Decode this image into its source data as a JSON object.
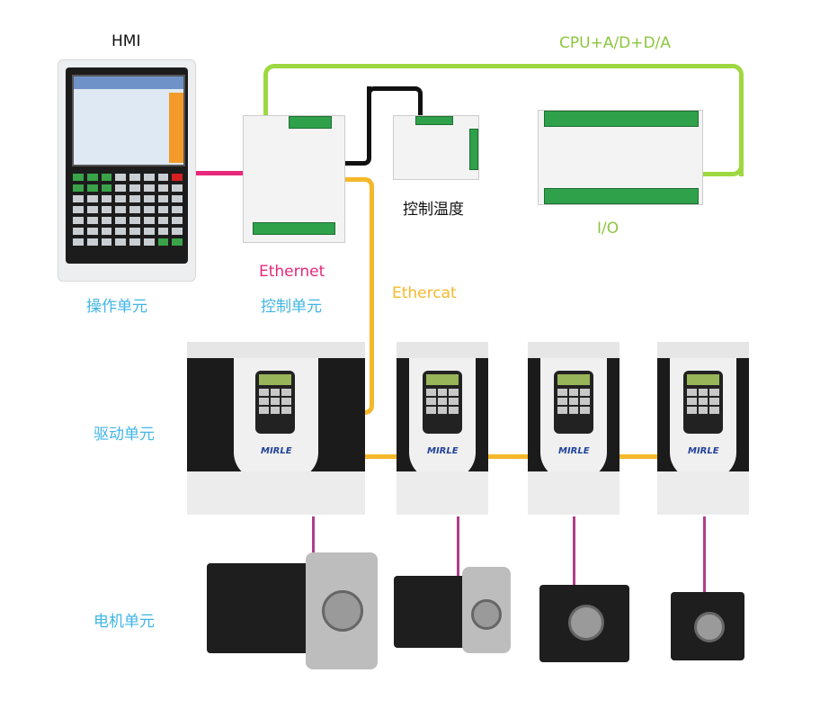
{
  "labels": {
    "hmi": "HMI",
    "cpu": "CPU+A/D+D/A",
    "temp_control": "控制温度",
    "io": "I/O",
    "ethernet": "Ethernet",
    "control_unit": "控制单元",
    "ethercat": "Ethercat",
    "operation_unit": "操作单元",
    "drive_unit": "驱动单元",
    "motor_unit": "电机单元"
  },
  "drives": [
    {
      "brand": "MIRLE"
    },
    {
      "brand": "MIRLE"
    },
    {
      "brand": "MIRLE"
    },
    {
      "brand": "MIRLE"
    }
  ],
  "colors": {
    "ethernet": "#e8287a",
    "cpu_link": "#9ed840",
    "ethercat": "#f5b82a",
    "temp_link": "#111111",
    "motor_cable": "#b03d8a",
    "unit_label": "#3fb5e6"
  }
}
